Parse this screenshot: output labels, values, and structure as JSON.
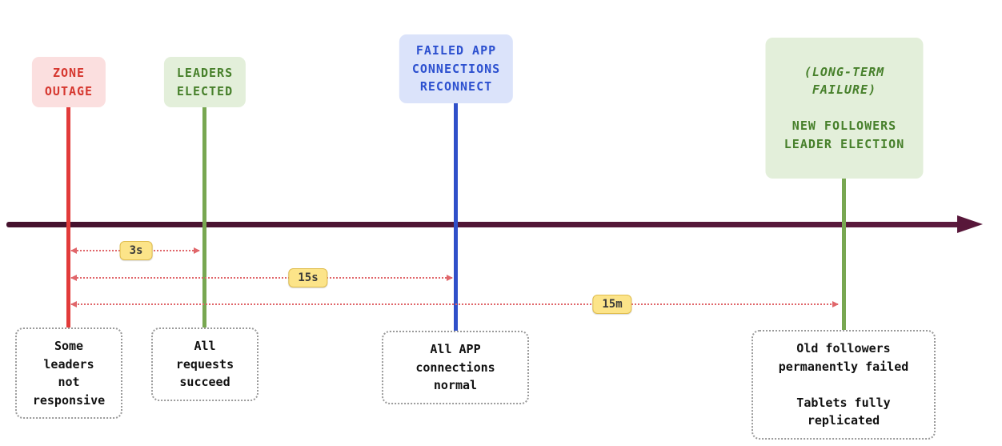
{
  "page": {
    "background": "#ffffff"
  },
  "timeline": {
    "axis_color": "#58173a",
    "dotted_arrow_color": "#e0666a",
    "badge_bg": "#fce489"
  },
  "events": [
    {
      "id": "zone-outage",
      "label": "ZONE\nOUTAGE",
      "label_color": "#d6372f",
      "label_bg": "#fbdfdf",
      "line_color": "#e23b3a",
      "note": "Some\nleaders\nnot\nresponsive"
    },
    {
      "id": "leaders-elected",
      "label": "LEADERS\nELECTED",
      "label_color": "#47802b",
      "label_bg": "#e3efda",
      "line_color": "#78a751",
      "note": "All\nrequests\nsucceed"
    },
    {
      "id": "failed-app-connections-reconnect",
      "label": "FAILED APP\nCONNECTIONS\nRECONNECT",
      "label_color": "#2c50cf",
      "label_bg": "#dbe3fa",
      "line_color": "#3050c9",
      "note": "All APP\nconnections\nnormal"
    },
    {
      "id": "new-followers-leader-election",
      "label_italic": "(LONG-TERM FAILURE)",
      "label": "NEW FOLLOWERS\nLEADER ELECTION",
      "label_color": "#47802b",
      "label_bg": "#e3efda",
      "line_color": "#78a751",
      "note": "Old followers\npermanently failed\n\nTablets fully\nreplicated"
    }
  ],
  "intervals": [
    {
      "id": "interval-3s",
      "label": "3s"
    },
    {
      "id": "interval-15s",
      "label": "15s"
    },
    {
      "id": "interval-15m",
      "label": "15m"
    }
  ]
}
